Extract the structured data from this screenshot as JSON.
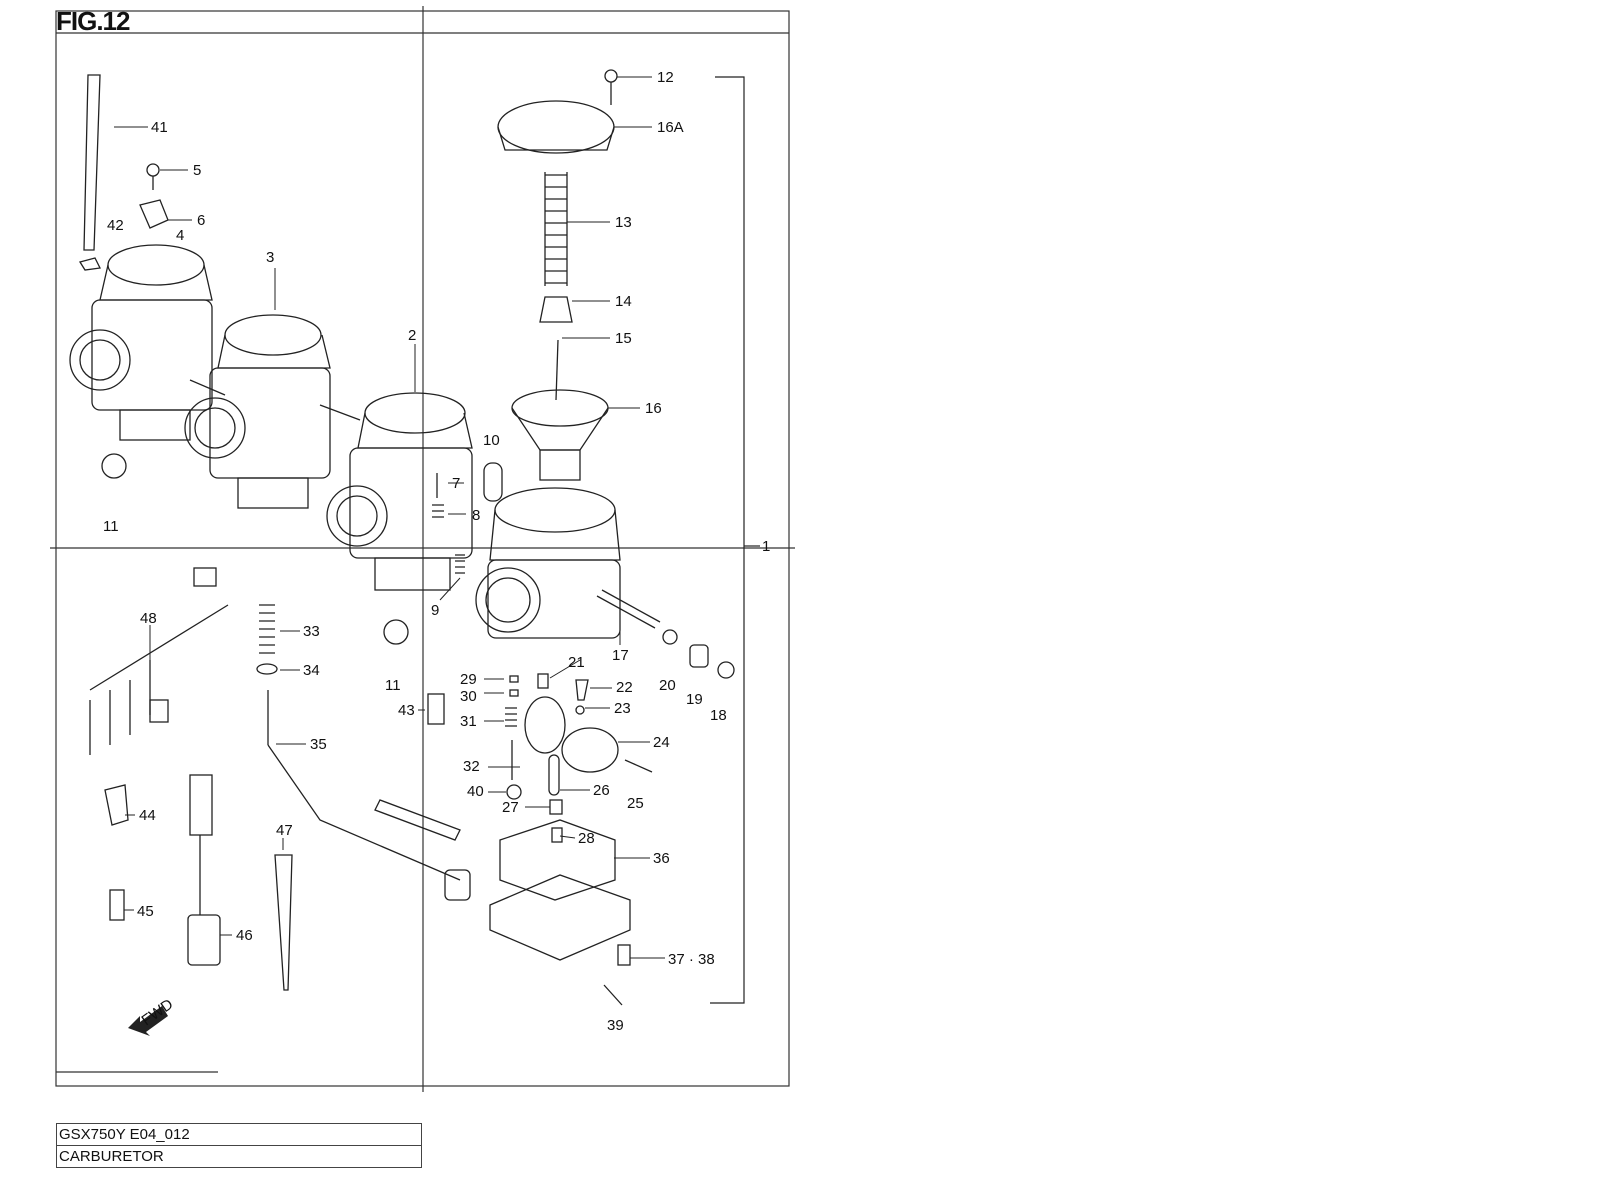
{
  "figure": {
    "title": "FIG.12"
  },
  "info": {
    "model": "GSX750Y E04_012",
    "name": "CARBURETOR"
  },
  "parts": [
    "1",
    "2",
    "3",
    "4",
    "5",
    "6",
    "7",
    "8",
    "9",
    "10",
    "11",
    "11",
    "12",
    "13",
    "14",
    "15",
    "16",
    "16A",
    "17",
    "18",
    "19",
    "20",
    "21",
    "22",
    "23",
    "24",
    "25",
    "26",
    "27",
    "28",
    "29",
    "30",
    "31",
    "32",
    "33",
    "34",
    "35",
    "36",
    "37 · 38",
    "39",
    "40",
    "41",
    "42",
    "43",
    "44",
    "45",
    "46",
    "47",
    "48"
  ],
  "fwd_label": "FWD"
}
